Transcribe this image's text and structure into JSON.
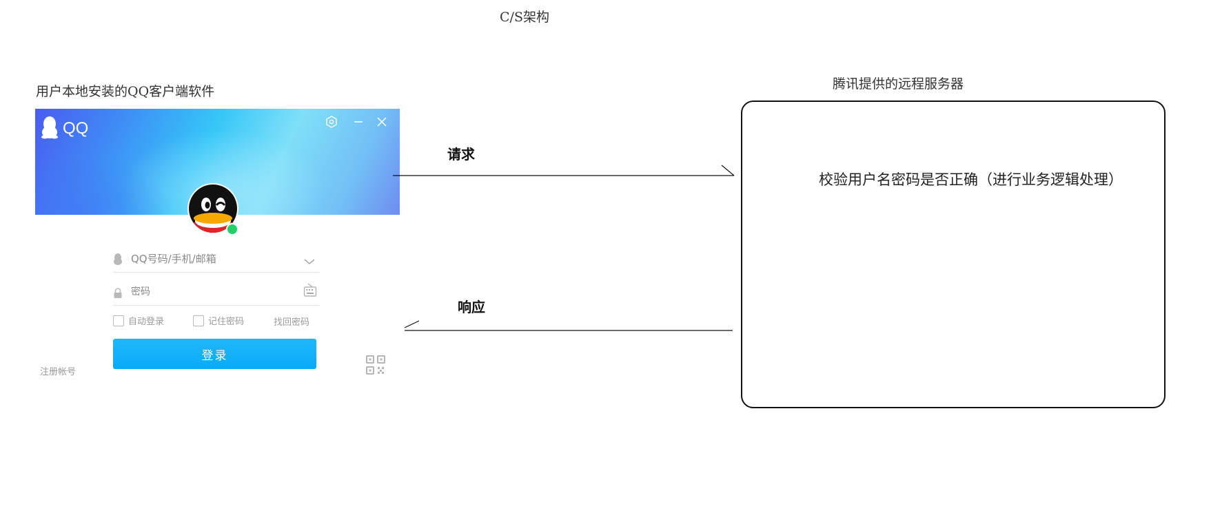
{
  "diagram": {
    "title": "C/S架构",
    "client_label": "用户本地安装的QQ客户端软件",
    "server_label": "腾讯提供的远程服务器",
    "request_label": "请求",
    "response_label": "响应",
    "server_text": "校验用户名密码是否正确（进行业务逻辑处理）"
  },
  "qq": {
    "logo_text": "QQ",
    "account_placeholder": "QQ号码/手机/邮箱",
    "password_placeholder": "密码",
    "auto_login_label": "自动登录",
    "remember_password_label": "记住密码",
    "find_password_label": "找回密码",
    "login_button_label": "登录",
    "register_label": "注册帐号",
    "auto_login_checked": false,
    "remember_password_checked": false
  },
  "icons": {
    "settings": "gear-icon",
    "minimize": "minimize-icon",
    "close": "close-icon",
    "account": "penguin-icon",
    "password": "lock-icon",
    "keyboard": "keyboard-icon",
    "dropdown": "chevron-down-icon",
    "qr": "qr-code-icon"
  },
  "colors": {
    "login_button": "#08aaf7",
    "online_status": "#2ecc71",
    "header_gradient_start": "#4a5cf0",
    "header_gradient_mid": "#35c6f7"
  }
}
